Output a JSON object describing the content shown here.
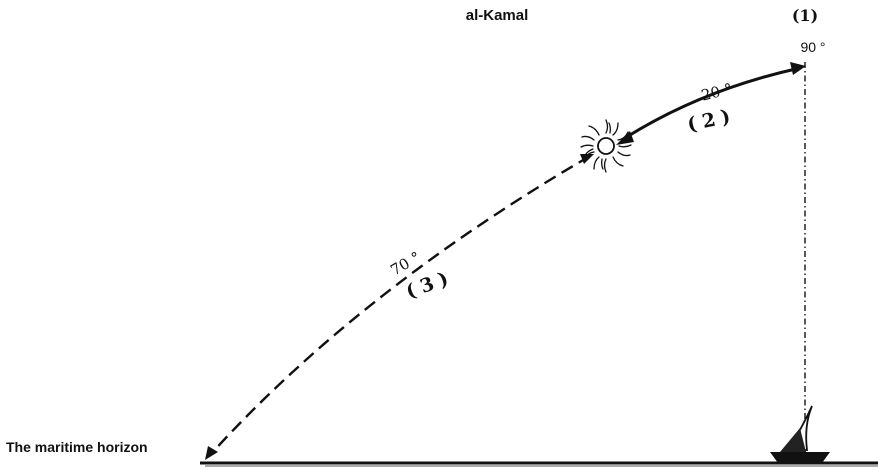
{
  "title": "al-Kamal",
  "horizon_label": "The maritime horizon",
  "zenith": {
    "marker": "(1)",
    "angle": "90 °"
  },
  "arc_upper": {
    "angle": "20 °",
    "marker": "(2)"
  },
  "arc_lower": {
    "angle": "70 °",
    "marker": "(3)"
  },
  "colors": {
    "ink": "#111111",
    "background": "#ffffff"
  },
  "icons": [
    "sun-icon",
    "sailboat-icon",
    "arrowhead-icon"
  ]
}
